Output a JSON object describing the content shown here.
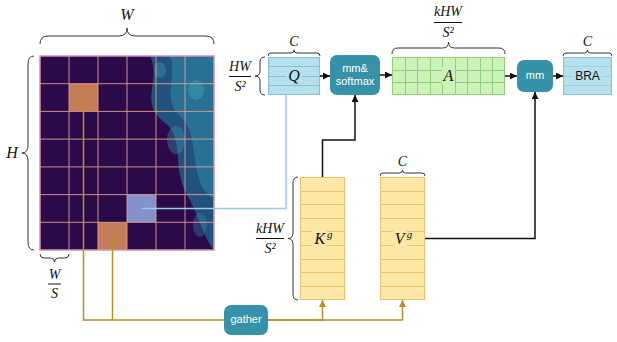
{
  "diagram": {
    "nodes": [
      {
        "text": [
          "Q"
        ]
      },
      {
        "text": [
          "mm& softmax"
        ]
      },
      {
        "text": [
          "A"
        ]
      },
      {
        "text": [
          "mm"
        ]
      },
      {
        "text": [
          "BRA"
        ]
      },
      {
        "text": [
          "K",
          "g"
        ]
      },
      {
        "text": [
          "V",
          "g"
        ]
      },
      {
        "text": [
          "gather"
        ]
      }
    ],
    "edges": [
      {
        "from": 0,
        "to": 1,
        "arrow": "to"
      },
      {
        "from": 1,
        "to": 2,
        "arrow": "to"
      },
      {
        "from": 2,
        "to": 3,
        "arrow": "to"
      },
      {
        "from": 3,
        "to": 4,
        "arrow": "to"
      },
      {
        "from": 5,
        "to": 1,
        "arrow": "to"
      },
      {
        "from": 6,
        "to": 3,
        "arrow": "to"
      },
      {
        "from": 7,
        "to": 5,
        "arrow": "to"
      },
      {
        "from": 7,
        "to": 6,
        "arrow": "to"
      }
    ],
    "labels": [
      "W",
      "H",
      "W",
      "S",
      "C",
      "HW",
      "S²",
      "kHW",
      "S²",
      "C",
      "kHW",
      "S²",
      "C"
    ]
  }
}
